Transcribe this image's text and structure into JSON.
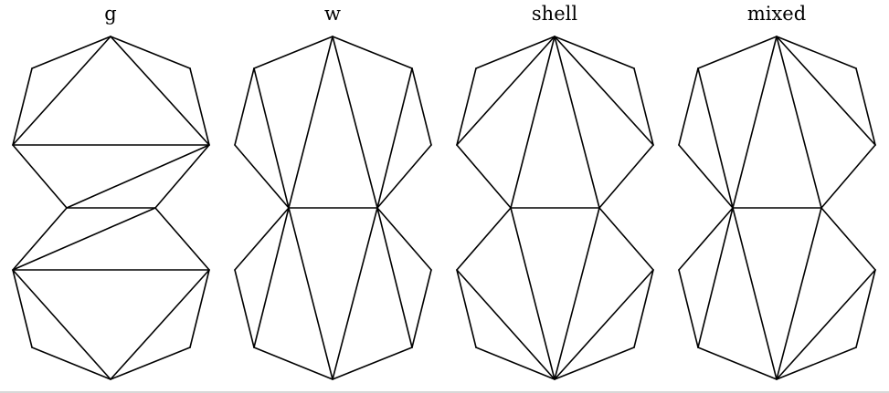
{
  "panels": [
    {
      "title": "g",
      "pattern": "g"
    },
    {
      "title": "w",
      "pattern": "w"
    },
    {
      "title": "shell",
      "pattern": "shell"
    },
    {
      "title": "mixed",
      "pattern": "mixed"
    }
  ],
  "colors": {
    "background": "#ffffff",
    "stroke": "#000000"
  }
}
